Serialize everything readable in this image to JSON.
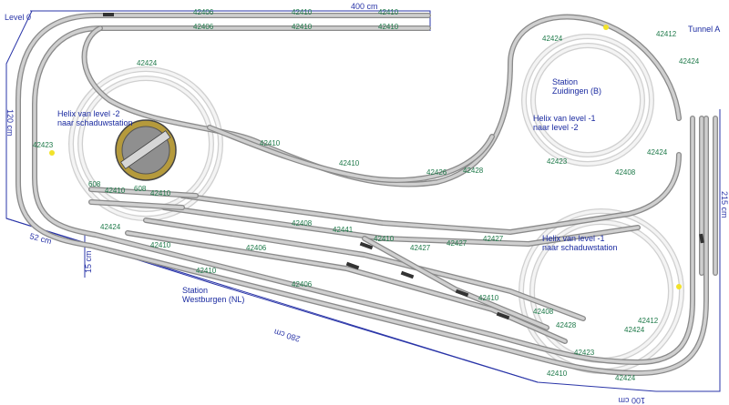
{
  "level_label": "Level 0",
  "dimensions": {
    "top": "400 cm",
    "left": "120 cm",
    "right": "215 cm",
    "diag_left": "52 cm",
    "diag_bottom": "280 cm",
    "small_left": "15 cm",
    "bottom_right": "100 cm"
  },
  "labels": {
    "tunnel": "Tunnel A",
    "station_zuid_1": "Station",
    "station_zuid_2": "Zuidingen (B)",
    "helix_left_1": "Helix van level -2",
    "helix_left_2": "naar schaduwstation",
    "helix_right_top_1": "Helix van level -1",
    "helix_right_top_2": "naar level -2",
    "helix_right_bot_1": "Helix van level -1",
    "helix_right_bot_2": "naar schaduwstation",
    "station_west_1": "Station",
    "station_west_2": "Westburgen (NL)"
  },
  "part_numbers": {
    "top_a": "42406",
    "top_b": "42410",
    "top_c": "42410",
    "top_d": "42406",
    "top_e": "42410",
    "top_f": "42410",
    "left_a": "42424",
    "left_b": "42423",
    "left_c": "42424",
    "mid_a": "42410",
    "mid_b": "42410",
    "mid_c": "42426",
    "mid_d": "42428",
    "st_a": "42410",
    "st_b": "42410",
    "st_c": "42408",
    "st_d": "42441",
    "st_e": "42410",
    "st_f": "42427",
    "st_g": "42427",
    "st_h": "42427",
    "st_i": "42410",
    "st_j": "42410",
    "st_k": "42406",
    "st_l": "42410",
    "st_m": "42406",
    "st_n": "42408",
    "rt_a": "42424",
    "rt_b": "42412",
    "rt_c": "42424",
    "rt_d": "42423",
    "rt_e": "42424",
    "rt_f": "42408",
    "rb_a": "42428",
    "rb_b": "42424",
    "rb_c": "42423",
    "rb_d": "42424",
    "rb_e": "42410",
    "rb_f": "42412",
    "left_short_a": "608",
    "left_short_b": "608"
  }
}
